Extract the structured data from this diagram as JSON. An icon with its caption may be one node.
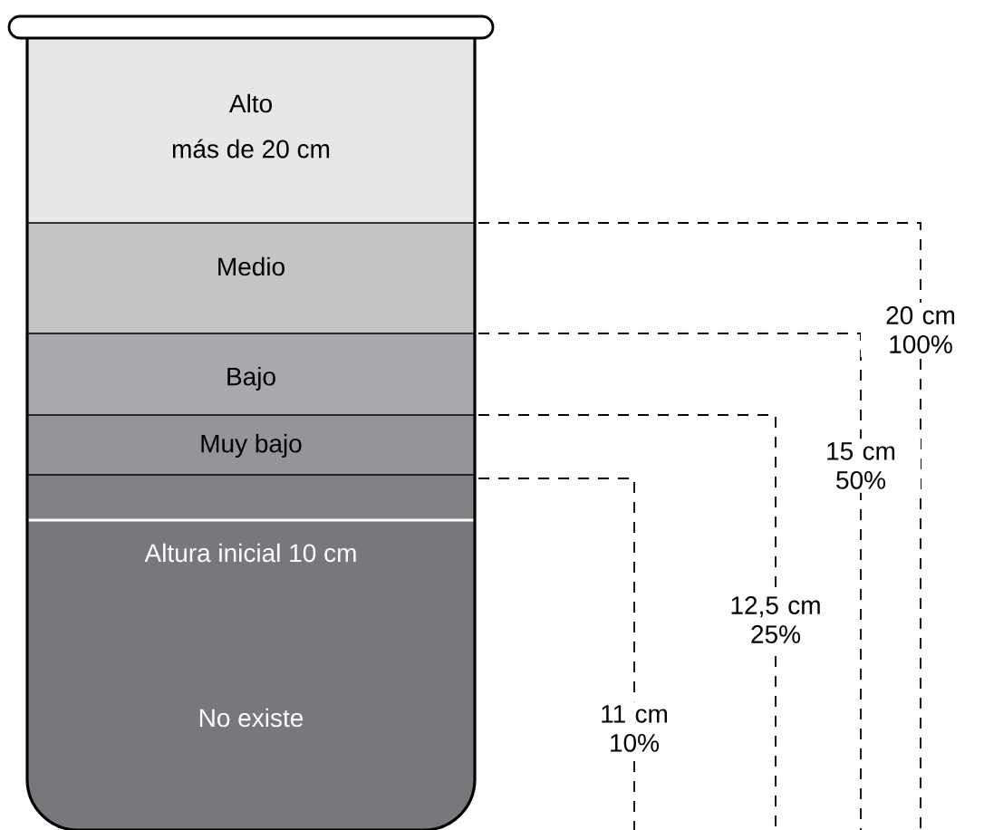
{
  "diagram": {
    "nodes": [
      {
        "text": [
          "Alto",
          "más de 20 cm"
        ]
      },
      {
        "text": [
          "Medio"
        ]
      },
      {
        "text": [
          "Bajo"
        ]
      },
      {
        "text": [
          "Muy bajo"
        ]
      },
      {
        "text": [],
        "shape": "box"
      },
      {
        "text": [
          "Altura inicial 10 cm",
          "No existe"
        ]
      }
    ],
    "labels": [
      "20 cm 100%",
      "15 cm 50%",
      "12,5 cm 25%",
      "11 cm 10%"
    ]
  }
}
